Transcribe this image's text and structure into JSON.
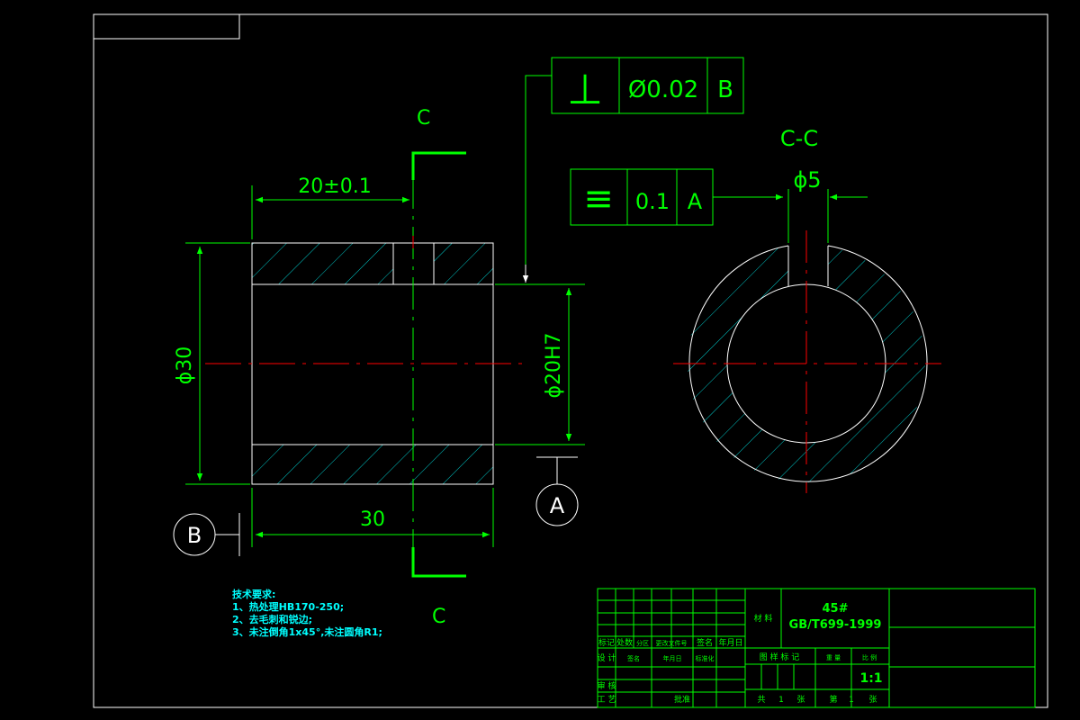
{
  "colors": {
    "background": "#000000",
    "outline": "#ffffff",
    "dimension": "#00ff00",
    "centerline": "#ff0000",
    "hatch": "#00c8c8",
    "note_text": "#00ffff"
  },
  "view_labels": {
    "section_top": "C",
    "section_bottom": "C",
    "section_view": "C-C"
  },
  "dimensions": {
    "hole_position": "20±0.1",
    "outer_diameter": "ϕ30",
    "bore_diameter": "ϕ20H7",
    "length": "30",
    "slot_width": "ϕ5"
  },
  "tolerance_frames": {
    "perpendicularity": {
      "symbol": "⊥",
      "value": "Ø0.02",
      "datum": "B"
    },
    "symmetry": {
      "symbol": "≡",
      "value": "0.1",
      "datum": "A"
    }
  },
  "datums": {
    "a": "A",
    "b": "B"
  },
  "tech_notes": {
    "title": "技术要求:",
    "line1": "1、热处理HB170-250;",
    "line2": "2、去毛刺和锐边;",
    "line3": "3、未注倒角1x45°,未注圆角R1;"
  },
  "title_block": {
    "material": "材 料",
    "material_value": "45#",
    "standard": "GB/T699-1999",
    "col_mark": "标记",
    "col_count": "处数",
    "col_zone": "分区",
    "col_change_doc": "更改文件号",
    "col_sign": "签名",
    "col_date": "年月日",
    "design": "设 计",
    "signature": "签名",
    "date": "年月日",
    "standardize": "标准化",
    "check": "审 核",
    "process": "工 艺",
    "approve": "批准",
    "stage_mark": "图 样 标 记",
    "weight": "重 量",
    "ratio": "比 例",
    "scale": "1:1",
    "total": "共",
    "total_num": "1",
    "sheets": "张",
    "page": "第",
    "page_num": "1",
    "sheet_unit": "张"
  }
}
